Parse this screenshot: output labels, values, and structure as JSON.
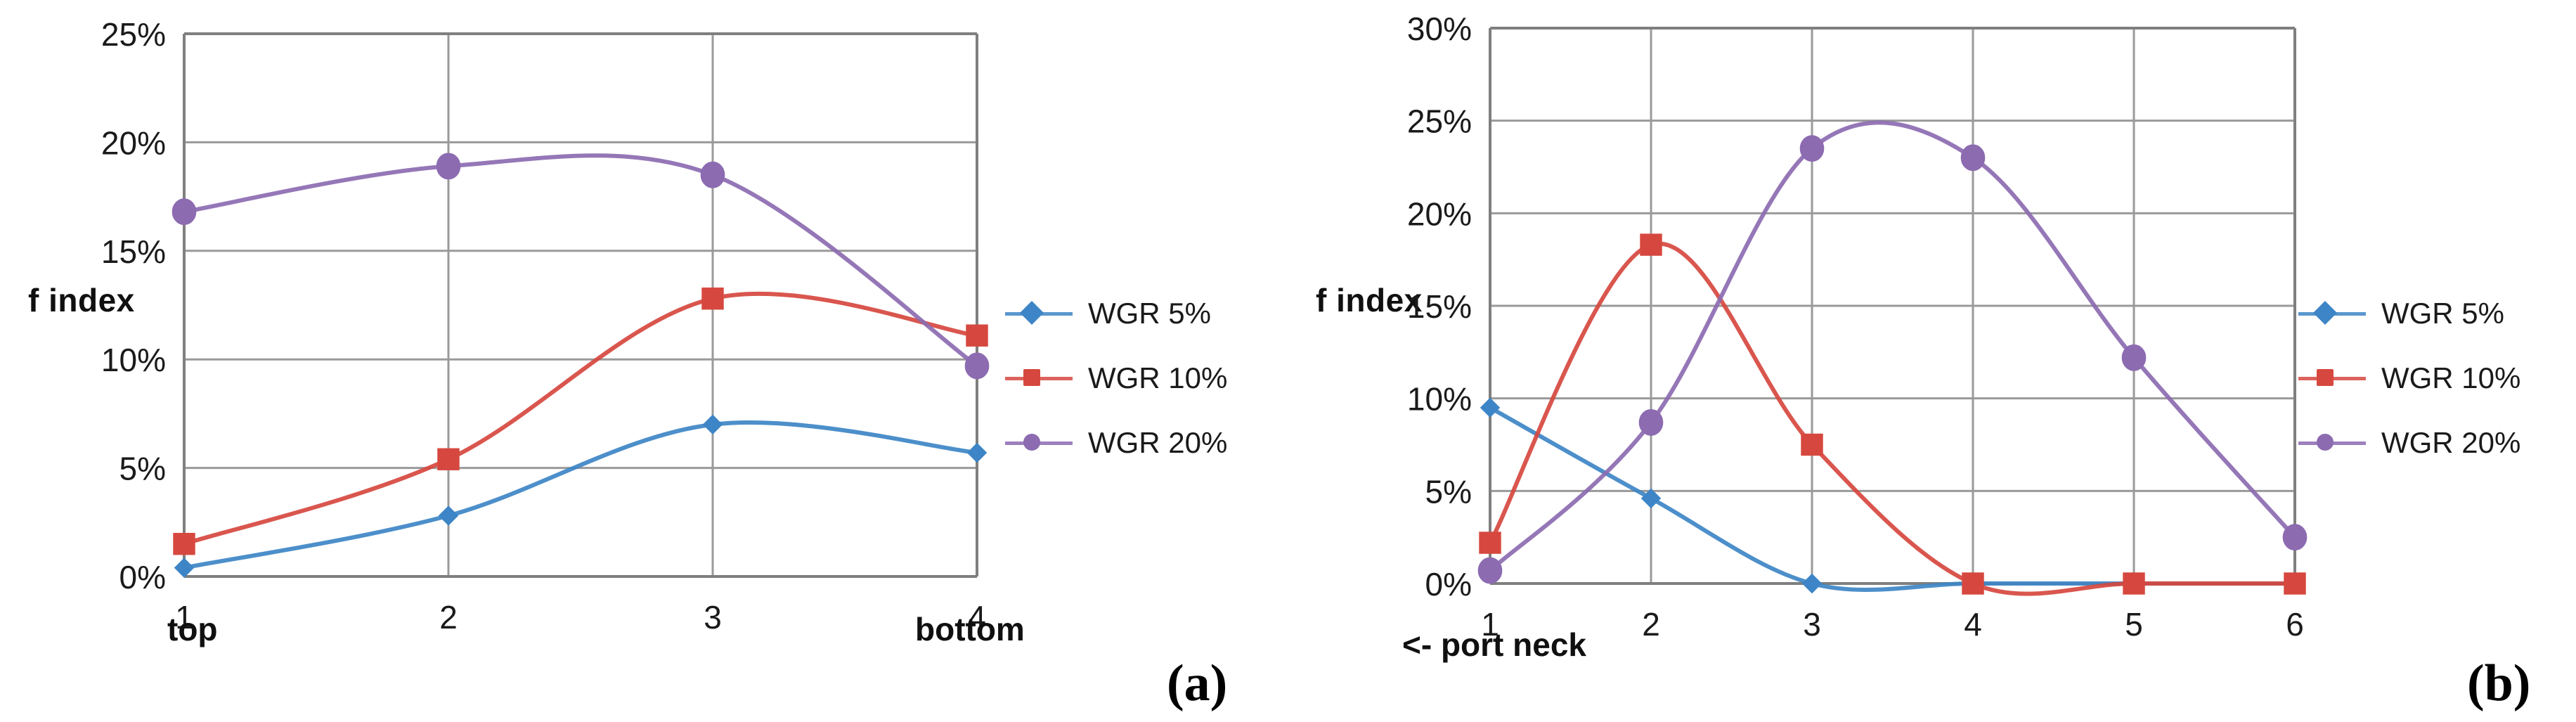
{
  "figure": {
    "background": "#ffffff",
    "series_colors": {
      "wgr5": "#3d85c6",
      "wgr10": "#d6483f",
      "wgr20": "#8c6bb1"
    },
    "gridline_color": "#9a9a9a",
    "axis_color": "#7f7f7f"
  },
  "panels": [
    {
      "tag": "(a)",
      "ylabel": "f index",
      "xlabel_left": "top",
      "xlabel_right": "bottom",
      "chart_data": {
        "type": "line",
        "title": "",
        "xlabel": "",
        "ylabel": "f index",
        "categories": [
          "1",
          "2",
          "3",
          "4"
        ],
        "x": [
          1,
          2,
          3,
          4
        ],
        "ylim": [
          0,
          25
        ],
        "yticks": [
          0,
          5,
          10,
          15,
          20,
          25
        ],
        "ytick_labels": [
          "0%",
          "5%",
          "10%",
          "15%",
          "20%",
          "25%"
        ],
        "grid": true,
        "legend_position": "right",
        "annotations": [
          "top",
          "bottom"
        ],
        "series": [
          {
            "name": "WGR 5%",
            "marker": "diamond",
            "color": "#3d85c6",
            "values": [
              0.4,
              2.8,
              7.0,
              5.7
            ]
          },
          {
            "name": "WGR 10%",
            "marker": "square",
            "color": "#d6483f",
            "values": [
              1.5,
              5.4,
              12.8,
              11.1
            ]
          },
          {
            "name": "WGR 20%",
            "marker": "circle",
            "color": "#8c6bb1",
            "values": [
              16.8,
              18.9,
              18.5,
              9.7
            ]
          }
        ]
      }
    },
    {
      "tag": "(b)",
      "ylabel": "f index",
      "xlabel_left": "<- port neck",
      "xlabel_right": "",
      "chart_data": {
        "type": "line",
        "title": "",
        "xlabel": "",
        "ylabel": "f index",
        "categories": [
          "1",
          "2",
          "3",
          "4",
          "5",
          "6"
        ],
        "x": [
          1,
          2,
          3,
          4,
          5,
          6
        ],
        "ylim": [
          0,
          30
        ],
        "yticks": [
          0,
          5,
          10,
          15,
          20,
          25,
          30
        ],
        "ytick_labels": [
          "0%",
          "5%",
          "10%",
          "15%",
          "20%",
          "25%",
          "30%"
        ],
        "grid": true,
        "legend_position": "right",
        "annotations": [
          "<- port neck"
        ],
        "series": [
          {
            "name": "WGR 5%",
            "marker": "diamond",
            "color": "#3d85c6",
            "values": [
              9.5,
              4.6,
              0.0,
              0.0,
              0.0,
              0.0
            ]
          },
          {
            "name": "WGR 10%",
            "marker": "square",
            "color": "#d6483f",
            "values": [
              2.2,
              18.3,
              7.5,
              0.0,
              0.0,
              0.0
            ]
          },
          {
            "name": "WGR 20%",
            "marker": "circle",
            "color": "#8c6bb1",
            "values": [
              0.7,
              8.7,
              23.5,
              23.0,
              12.2,
              2.5
            ]
          }
        ]
      }
    }
  ],
  "legend": {
    "entries": [
      {
        "label": "WGR 5%",
        "marker": "diamond",
        "color": "#3d85c6"
      },
      {
        "label": "WGR 10%",
        "marker": "square",
        "color": "#d6483f"
      },
      {
        "label": "WGR 20%",
        "marker": "circle",
        "color": "#8c6bb1"
      }
    ]
  }
}
